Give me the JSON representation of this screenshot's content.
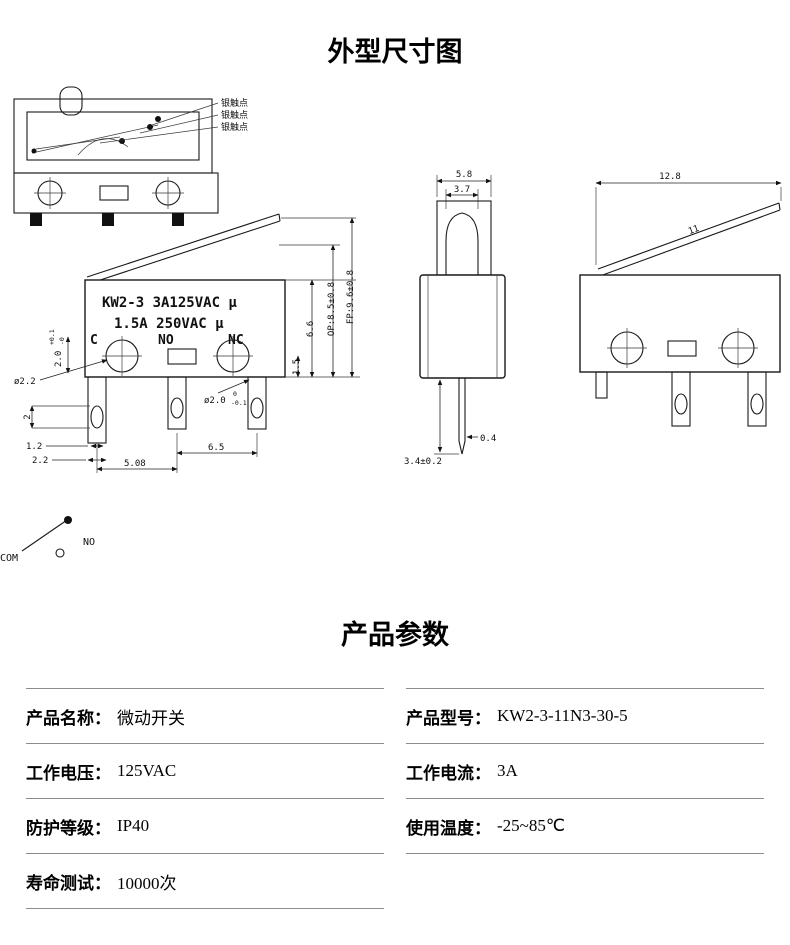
{
  "titles": {
    "outline": "外型尺寸图",
    "parameters": "产品参数"
  },
  "internal_view": {
    "contact_label_1": "银触点",
    "contact_label_2": "银触点",
    "contact_label_3": "银触点"
  },
  "front_view": {
    "marking_line1": "KW2-3 3A125VAC μ",
    "marking_line2": "1.5A 250VAC μ",
    "terminal_c": "C",
    "terminal_no": "NO",
    "terminal_nc": "NC",
    "dim_pitch_small": "2.0",
    "dim_pitch_small_tol_up": "+0.1",
    "dim_pitch_small_tol_dn": "-0",
    "dim_hole_left": "ø2.2",
    "dim_term_height": "2",
    "dim_1_2": "1.2",
    "dim_2_2": "2.2",
    "dim_5_08": "5.08",
    "dim_6_5": "6.5",
    "dim_hole_right": "ø2.0",
    "dim_hole_right_tol_up": "0",
    "dim_hole_right_tol_dn": "-0.1",
    "dim_1_5": "1.5",
    "dim_6_6": "6.6",
    "dim_op": "OP:8.5±0.8",
    "dim_fp": "FP:9.6±0.8"
  },
  "side_view": {
    "dim_5_8": "5.8",
    "dim_3_7": "3.7",
    "dim_3_4": "3.4±0.2",
    "dim_0_4": "0.4"
  },
  "lever_view": {
    "dim_12_8": "12.8",
    "dim_lever_length": "11"
  },
  "circuit": {
    "com_label": "COM",
    "no_label": "NO"
  },
  "specs": {
    "left": [
      {
        "label": "产品名称：",
        "value": "微动开关"
      },
      {
        "label": "工作电压：",
        "value": "125VAC"
      },
      {
        "label": "防护等级：",
        "value": "IP40"
      },
      {
        "label": "寿命测试：",
        "value": "10000次"
      }
    ],
    "right": [
      {
        "label": "产品型号：",
        "value": "KW2-3-11N3-30-5"
      },
      {
        "label": "工作电流：",
        "value": "3A"
      },
      {
        "label": "使用温度：",
        "value": "-25~85℃"
      },
      {
        "label": "",
        "value": ""
      }
    ]
  }
}
